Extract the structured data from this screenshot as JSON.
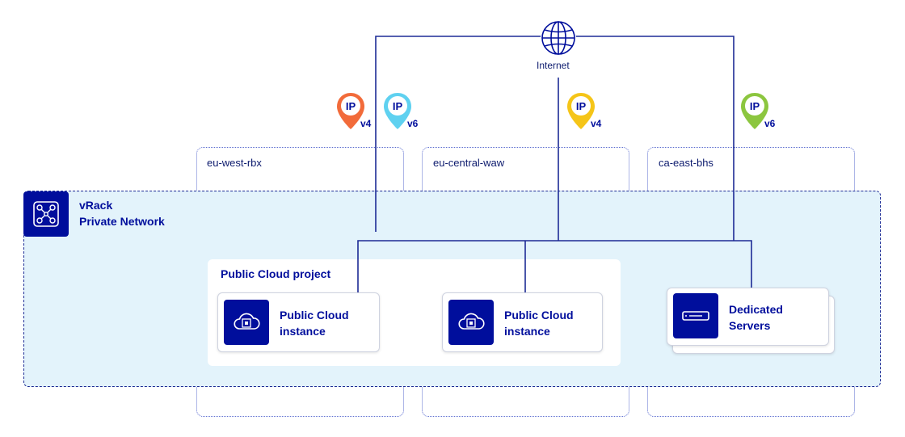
{
  "internet": {
    "label": "Internet"
  },
  "regions": [
    {
      "name": "eu-west-rbx"
    },
    {
      "name": "eu-central-waw"
    },
    {
      "name": "ca-east-bhs"
    }
  ],
  "vrack": {
    "title_line1": "vRack",
    "title_line2": "Private Network"
  },
  "project": {
    "title": "Public Cloud project"
  },
  "nodes": [
    {
      "line1": "Public Cloud",
      "line2": "instance"
    },
    {
      "line1": "Public Cloud",
      "line2": "instance"
    },
    {
      "line1": "Dedicated",
      "line2": "Servers"
    }
  ],
  "ip_pins": [
    {
      "label": "IP",
      "version": "v4",
      "color": "#f26b3a"
    },
    {
      "label": "IP",
      "version": "v6",
      "color": "#5fd1f0"
    },
    {
      "label": "IP",
      "version": "v4",
      "color": "#f5c518"
    },
    {
      "label": "IP",
      "version": "v6",
      "color": "#8cc63f"
    }
  ],
  "colors": {
    "primary": "#000e9c",
    "line": "#1d2b95",
    "vrack_bg": "#e3f3fb",
    "region_border": "#5b6ccf"
  },
  "icons": {
    "internet": "globe-icon",
    "vrack": "network-nodes-icon",
    "instance": "cloud-chip-icon",
    "server": "server-icon",
    "ip": "location-pin-icon"
  }
}
